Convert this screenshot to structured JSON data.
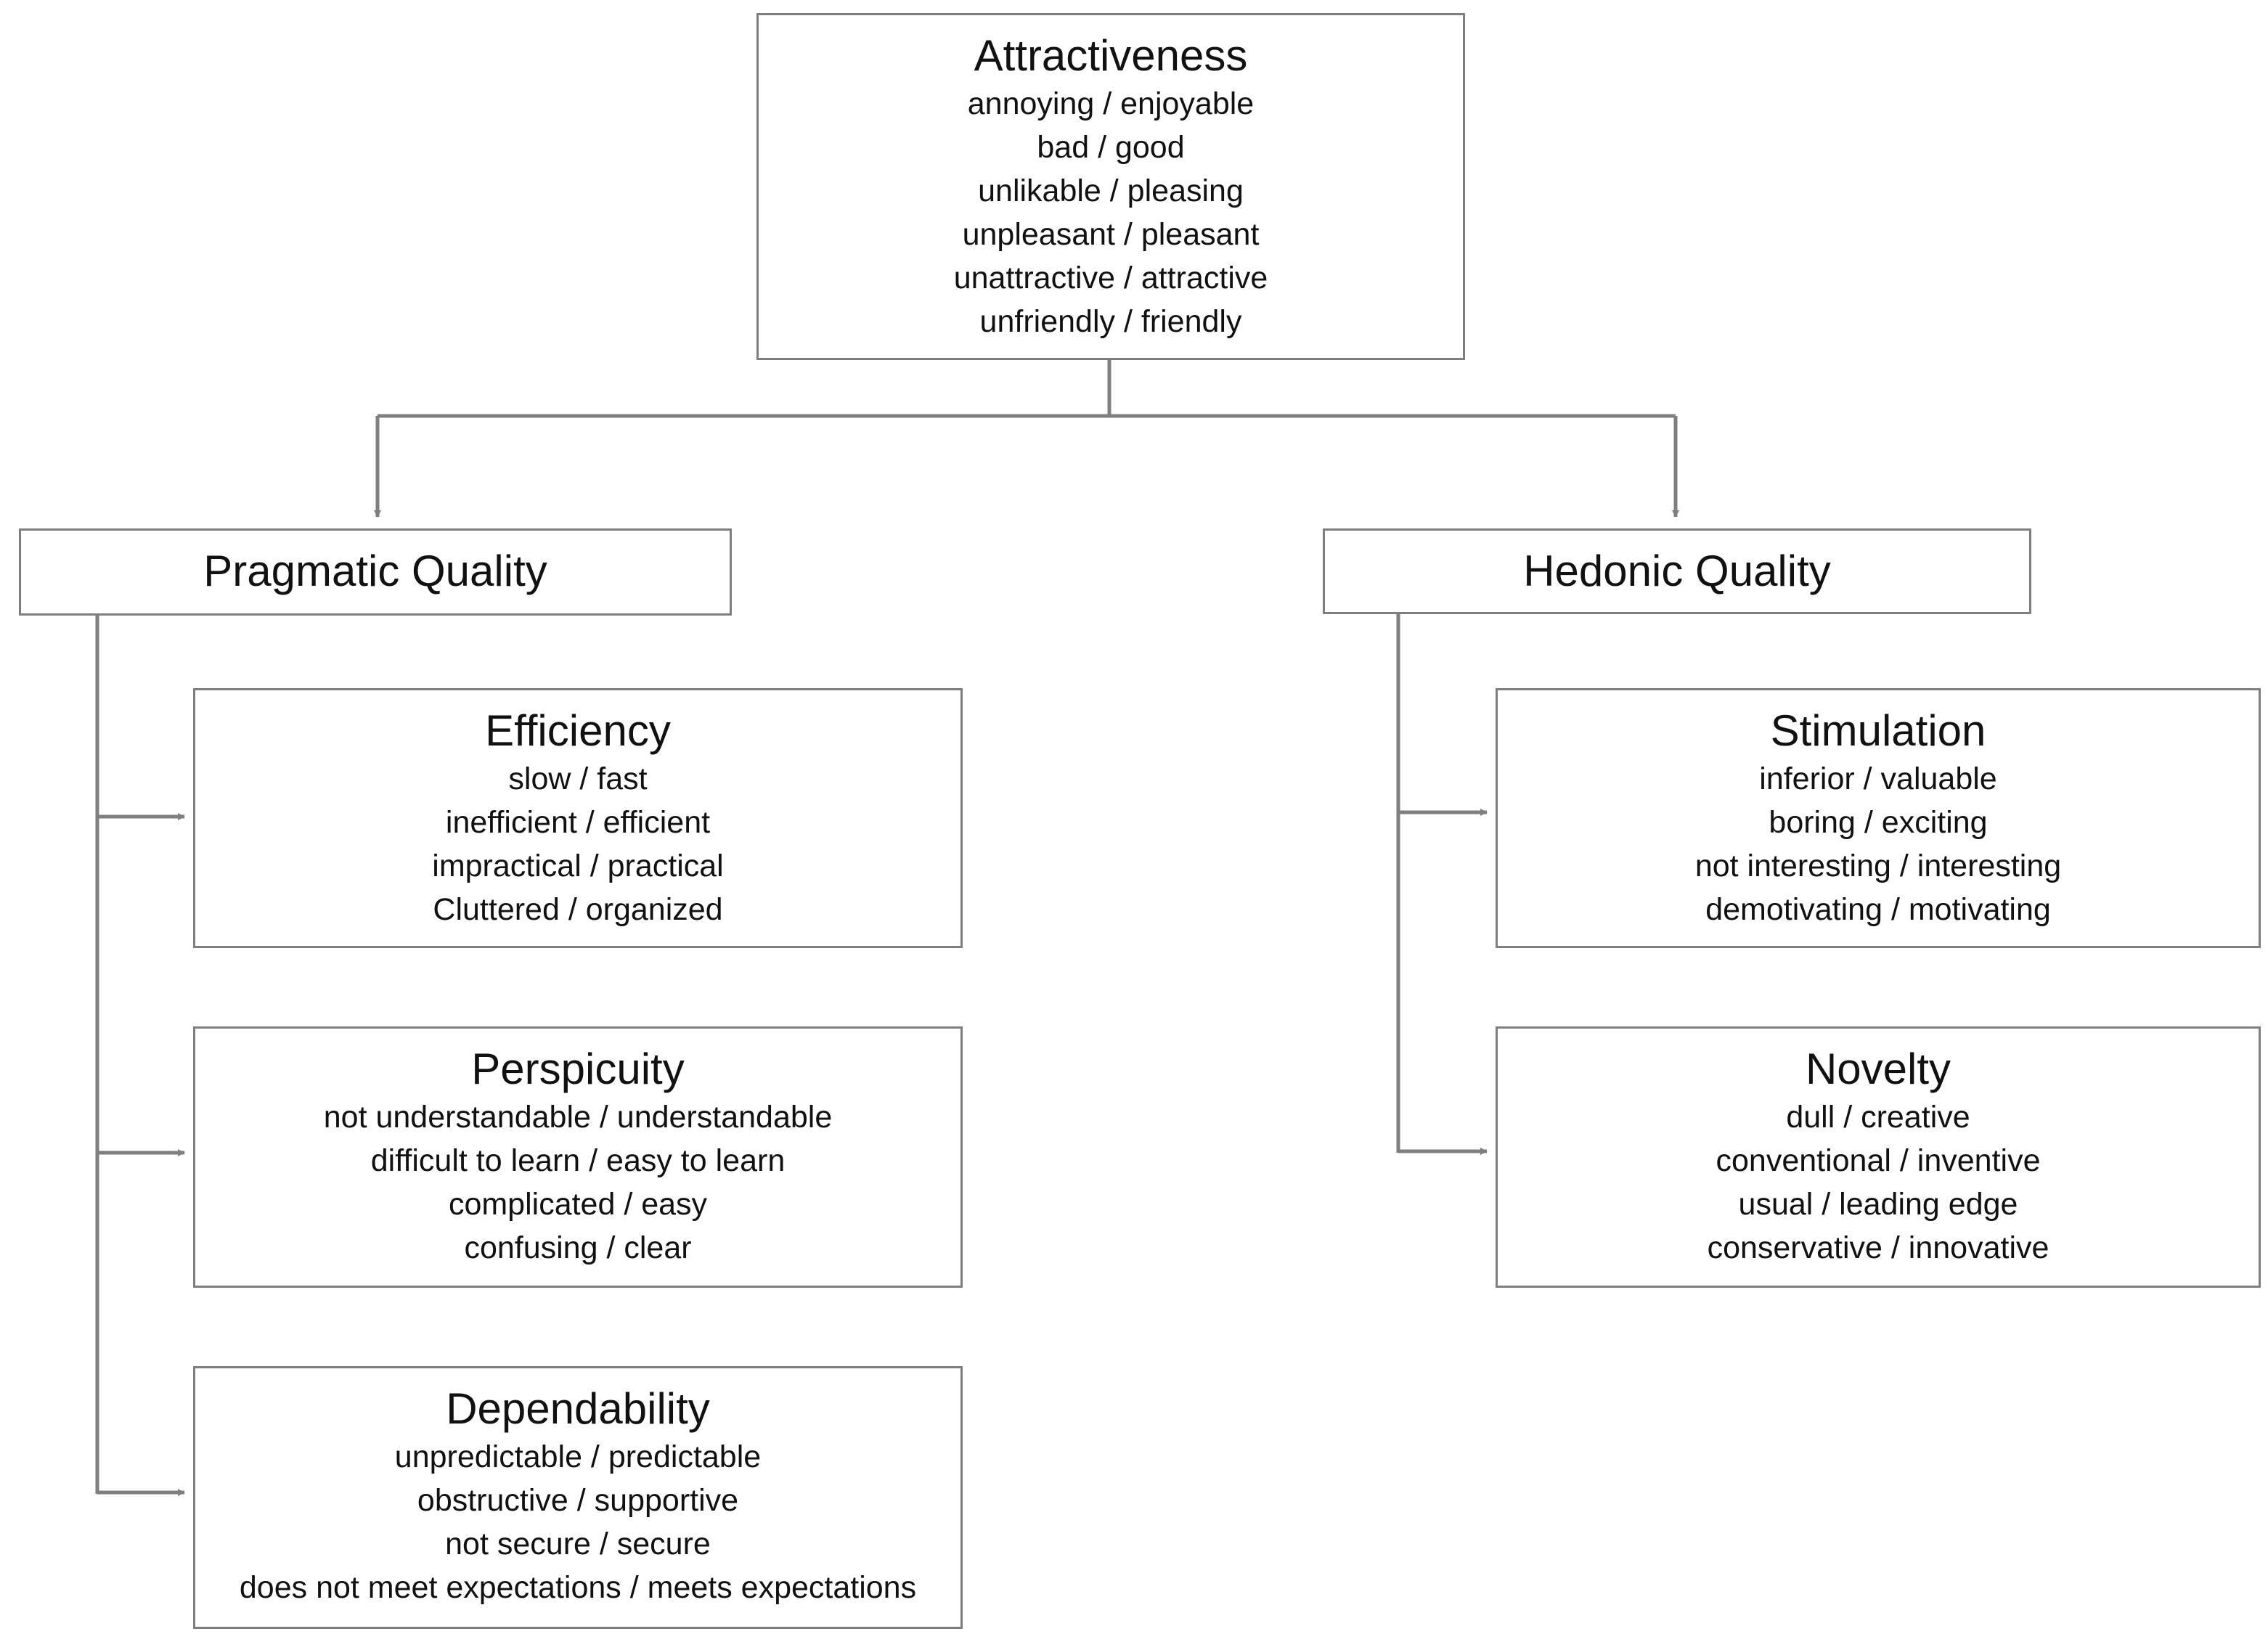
{
  "colors": {
    "line": "#7f7f7f",
    "border": "#7f7f7f",
    "text": "#111111"
  },
  "root": {
    "title": "Attractiveness",
    "items": [
      "annoying / enjoyable",
      "bad / good",
      "unlikable / pleasing",
      "unpleasant / pleasant",
      "unattractive / attractive",
      "unfriendly / friendly"
    ]
  },
  "pragmatic": {
    "title": "Pragmatic Quality",
    "efficiency": {
      "title": "Efficiency",
      "items": [
        "slow / fast",
        "inefficient / efficient",
        "impractical / practical",
        "Cluttered / organized"
      ]
    },
    "perspicuity": {
      "title": "Perspicuity",
      "items": [
        "not understandable / understandable",
        "difficult to learn / easy to learn",
        "complicated / easy",
        "confusing / clear"
      ]
    },
    "dependability": {
      "title": "Dependability",
      "items": [
        "unpredictable / predictable",
        "obstructive / supportive",
        "not secure / secure",
        "does not meet expectations / meets expectations"
      ]
    }
  },
  "hedonic": {
    "title": "Hedonic Quality",
    "stimulation": {
      "title": "Stimulation",
      "items": [
        "inferior / valuable",
        "boring / exciting",
        "not interesting / interesting",
        "demotivating / motivating"
      ]
    },
    "novelty": {
      "title": "Novelty",
      "items": [
        "dull / creative",
        "conventional / inventive",
        "usual / leading edge",
        "conservative / innovative"
      ]
    }
  }
}
